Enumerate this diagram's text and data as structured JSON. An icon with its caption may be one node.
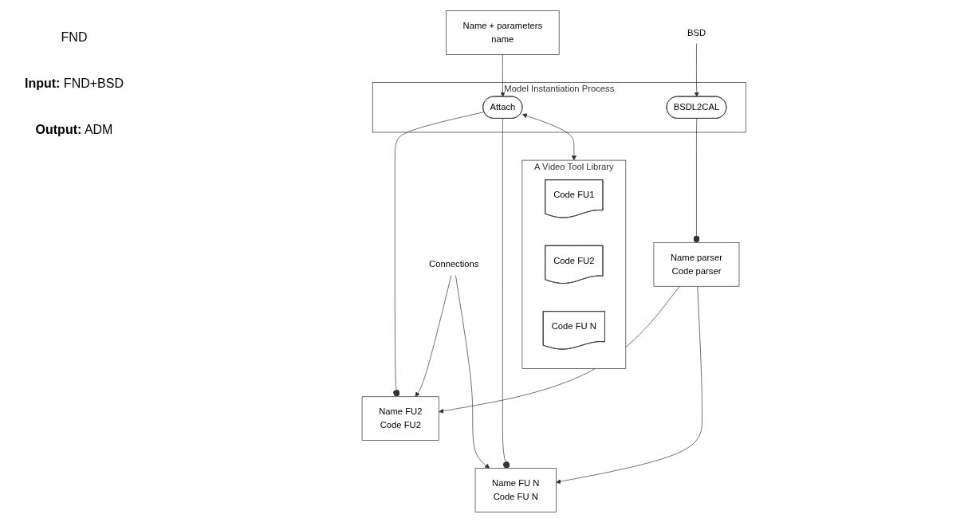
{
  "diagram": {
    "nodes": [
      {
        "text": [
          "BSD"
        ]
      },
      {
        "text": [
          "Connections"
        ]
      },
      {
        "text": [
          "Name + parameters",
          "name"
        ]
      },
      {
        "text": [
          "Model Instantiation Process"
        ]
      },
      {
        "text": [
          "BSDL2CAL"
        ],
        "in": 3
      },
      {
        "text": [
          "Attach"
        ],
        "in": 3
      },
      {
        "text": [
          "A Video Tool Library"
        ]
      },
      {
        "text": [
          "Code FU1"
        ],
        "in": 6
      },
      {
        "text": [
          "Code FU2"
        ],
        "in": 6
      },
      {
        "text": [
          "Code FU N"
        ],
        "in": 6
      },
      {
        "text": [
          "Name parser",
          "Code parser"
        ]
      },
      {
        "text": [
          "Name FU2",
          "Code FU2"
        ]
      },
      {
        "text": [
          "Name FU N",
          "Code FU N"
        ]
      }
    ],
    "edges": [
      {
        "from": 0,
        "to": 4,
        "arrow": "to"
      },
      {
        "from": 2,
        "to": 5,
        "arrow": "to"
      },
      {
        "from": 5,
        "to": 6,
        "arrow": "both"
      },
      {
        "from": 4,
        "to": 10,
        "arrow": "other"
      },
      {
        "from": 5,
        "to": 11,
        "arrow": "other"
      },
      {
        "from": 5,
        "to": 12,
        "arrow": "other"
      },
      {
        "from": 10,
        "to": 11,
        "arrow": "to"
      },
      {
        "from": 10,
        "to": 12,
        "arrow": "to"
      },
      {
        "from": 1,
        "to": 11,
        "arrow": "to"
      },
      {
        "from": 1,
        "to": 12,
        "arrow": "to"
      }
    ],
    "labels": [
      "FND",
      "**Input:** FND+BSD",
      "**Output:** ADM"
    ]
  }
}
